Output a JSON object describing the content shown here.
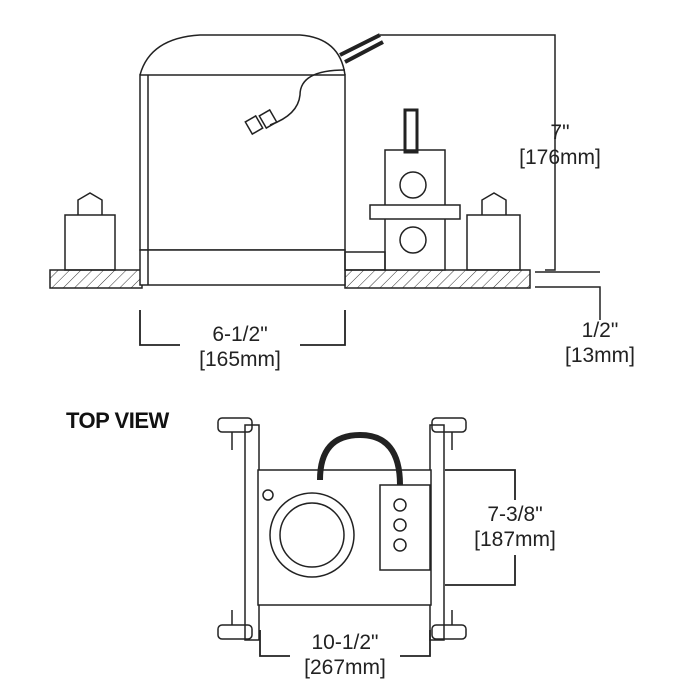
{
  "side_view": {
    "height_dim": {
      "imperial": "7\"",
      "metric": "[176mm]"
    },
    "ceiling_dim": {
      "imperial": "1/2\"",
      "metric": "[13mm]"
    },
    "aperture_dim": {
      "imperial": "6-1/2\"",
      "metric": "[165mm]"
    }
  },
  "top_view": {
    "title": "TOP VIEW",
    "depth_dim": {
      "imperial": "7-3/8\"",
      "metric": "[187mm]"
    },
    "width_dim": {
      "imperial": "10-1/2\"",
      "metric": "[267mm]"
    }
  },
  "colors": {
    "line": "#222222",
    "background": "#ffffff"
  }
}
